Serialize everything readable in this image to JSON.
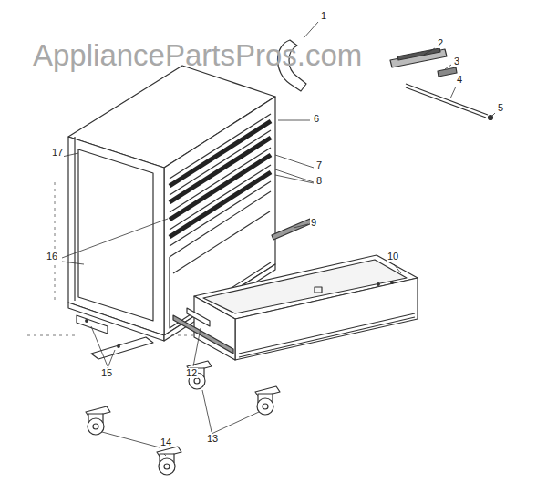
{
  "diagram": {
    "labels": [
      "AppliancePartsPros.com",
      "1",
      "2",
      "3",
      "4",
      "5",
      "6",
      "17",
      "7",
      "8",
      "9",
      "16",
      "10",
      "15",
      "12",
      "13",
      "14"
    ]
  }
}
